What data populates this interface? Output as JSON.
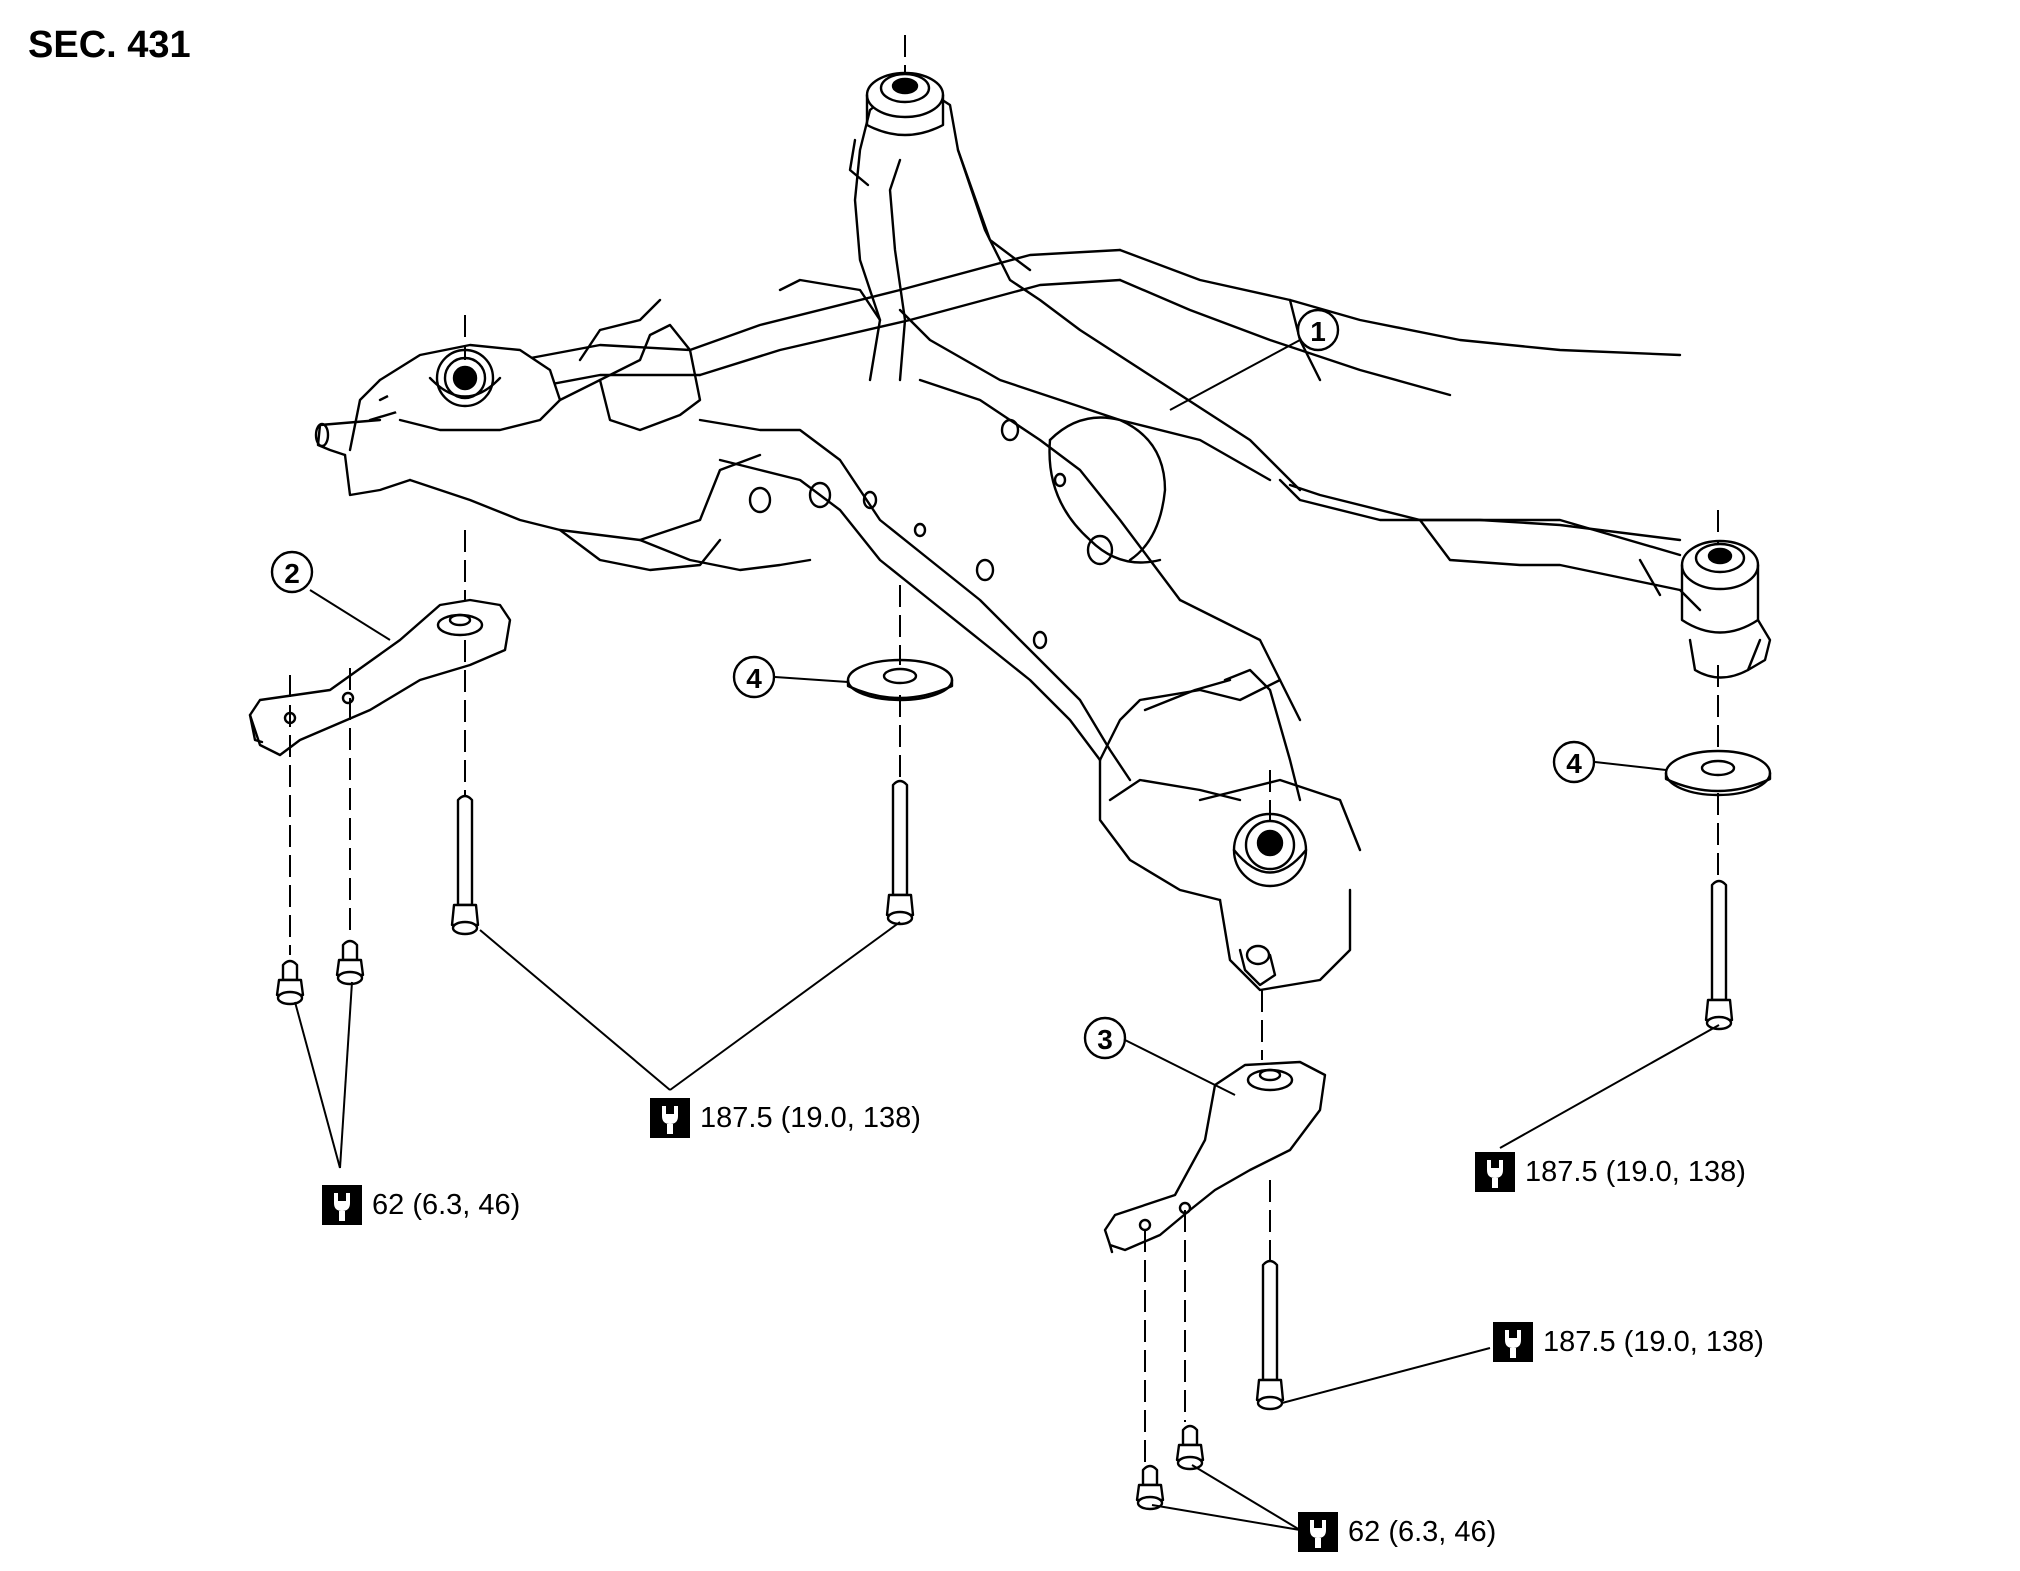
{
  "section": "SEC. 431",
  "parts": [
    {
      "num": "1"
    },
    {
      "num": "2"
    },
    {
      "num": "3"
    },
    {
      "num": "4"
    },
    {
      "num": "4"
    }
  ],
  "torques": [
    {
      "value": "187.5 (19.0, 138)",
      "icon": "torque-wrench-icon"
    },
    {
      "value": "62 (6.3, 46)",
      "icon": "torque-wrench-icon"
    },
    {
      "value": "187.5 (19.0, 138)",
      "icon": "torque-wrench-icon"
    },
    {
      "value": "187.5 (19.0, 138)",
      "icon": "torque-wrench-icon"
    },
    {
      "value": "62 (6.3, 46)",
      "icon": "torque-wrench-icon"
    }
  ]
}
